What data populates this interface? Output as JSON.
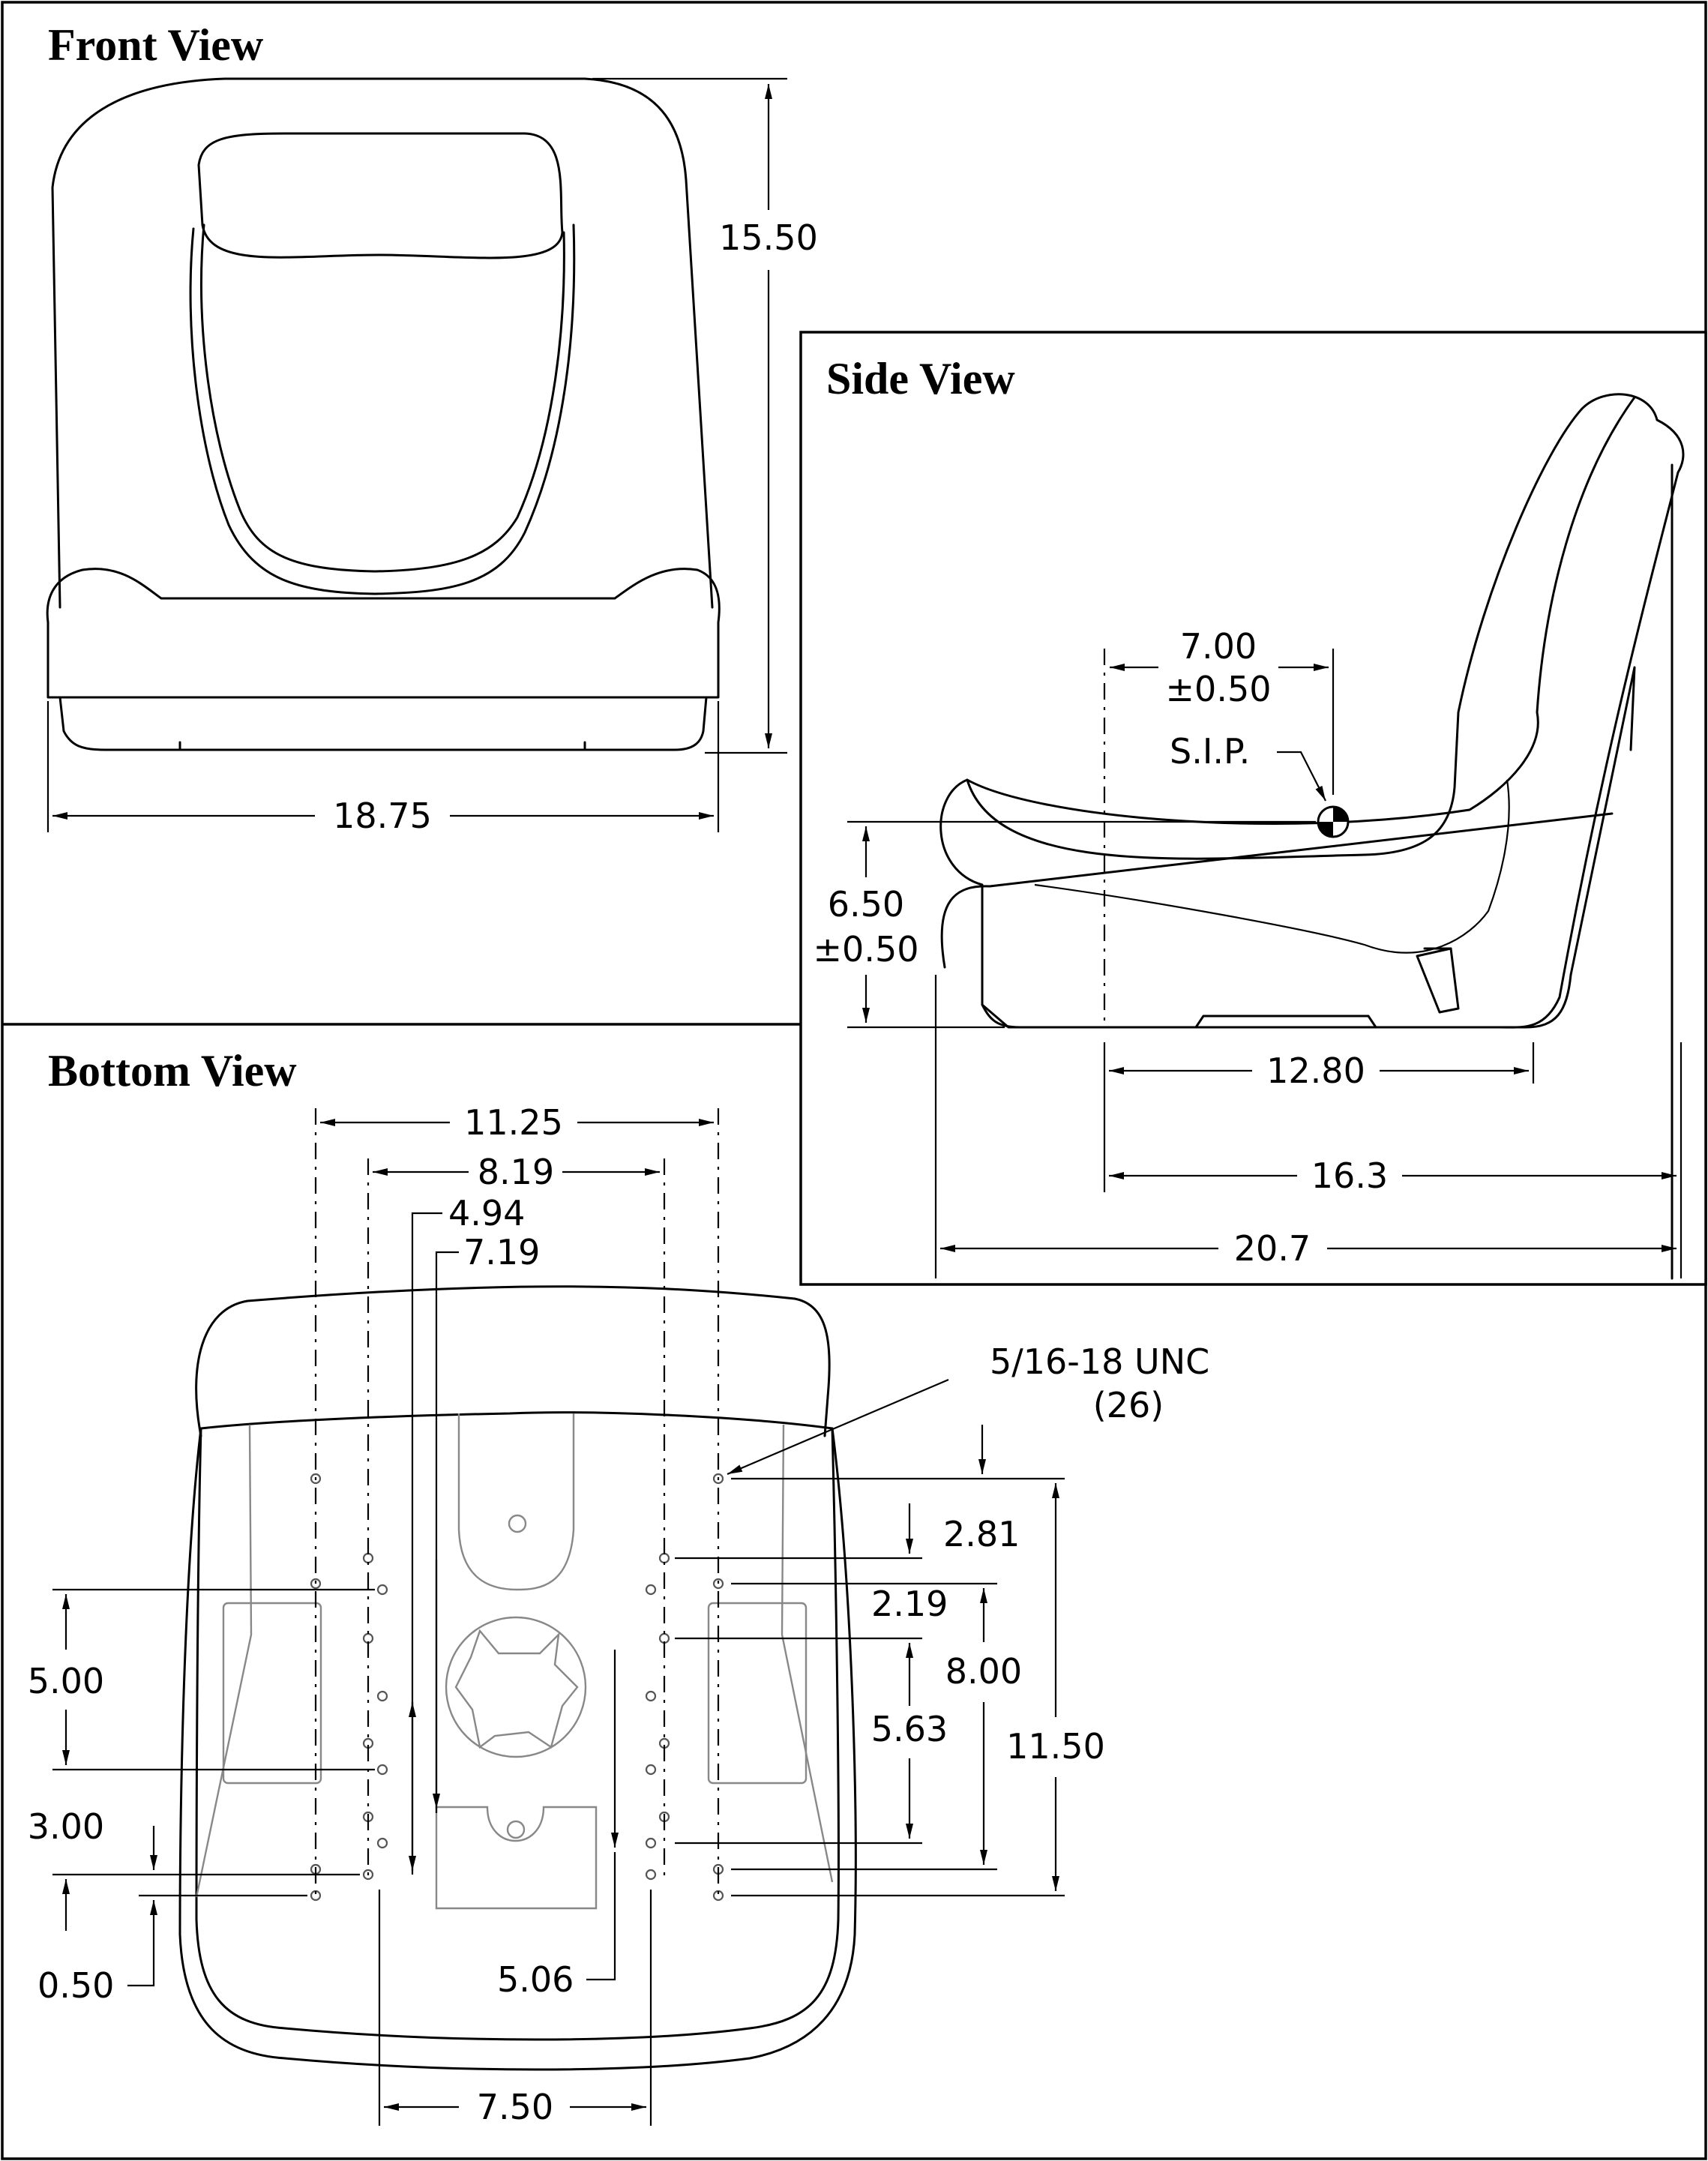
{
  "views": {
    "front": {
      "title": "Front View",
      "dims": {
        "height": "15.50",
        "width": "18.75"
      }
    },
    "side": {
      "title": "Side View",
      "dims": {
        "sip_horizontal": "7.00",
        "sip_horizontal_tol": "±0.50",
        "sip_label": "S.I.P.",
        "sip_height": "6.50",
        "sip_height_tol": "±0.50",
        "bottom_a": "12.80",
        "bottom_b": "16.3",
        "bottom_c": "20.7"
      }
    },
    "bottom": {
      "title": "Bottom View",
      "dims": {
        "top_a": "11.25",
        "top_b": "8.19",
        "top_c": "4.94",
        "top_d": "7.19",
        "thread": "5/16-18  UNC",
        "thread_qty": "(26)",
        "r_281": "2.81",
        "r_219": "2.19",
        "r_800": "8.00",
        "r_563": "5.63",
        "r_1150": "11.50",
        "l_500": "5.00",
        "l_300": "3.00",
        "l_050": "0.50",
        "c_506": "5.06",
        "b_750": "7.50"
      }
    }
  }
}
